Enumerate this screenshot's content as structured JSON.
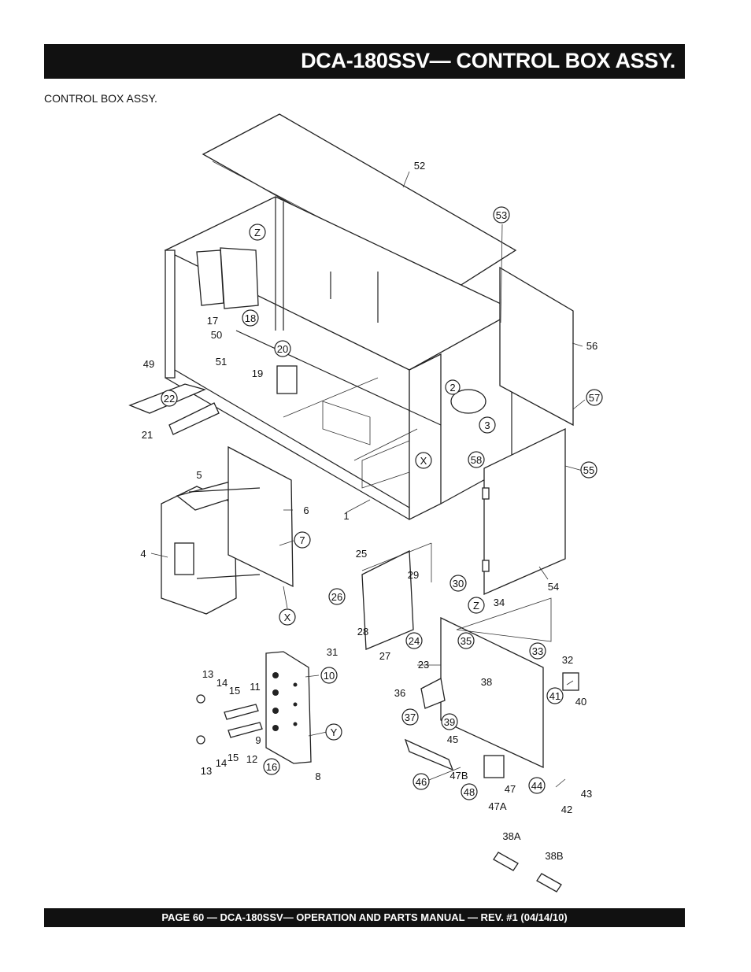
{
  "header": {
    "title": "DCA-180SSV— CONTROL BOX  ASSY."
  },
  "section": {
    "subtitle": "CONTROL BOX ASSY."
  },
  "footer": {
    "text": "PAGE 60 — DCA-180SSV—  OPERATION AND PARTS  MANUAL — REV. #1  (04/14/10)"
  },
  "diagram": {
    "callouts": [
      "53",
      "Z",
      "18",
      "20",
      "22",
      "57",
      "2",
      "3",
      "58",
      "X",
      "55",
      "7",
      "X",
      "26",
      "30",
      "Z",
      "24",
      "35",
      "33",
      "10",
      "41",
      "37",
      "39",
      "Y",
      "16",
      "46",
      "48",
      "44"
    ],
    "labels": [
      "52",
      "17",
      "50",
      "49",
      "51",
      "19",
      "21",
      "56",
      "1",
      "5",
      "6",
      "4",
      "25",
      "29",
      "34",
      "28",
      "31",
      "27",
      "23",
      "32",
      "38",
      "36",
      "40",
      "13",
      "14",
      "15",
      "11",
      "9",
      "12",
      "13",
      "14",
      "15",
      "8",
      "45",
      "47B",
      "47",
      "47A",
      "43",
      "42",
      "54",
      "38A",
      "38B"
    ]
  }
}
